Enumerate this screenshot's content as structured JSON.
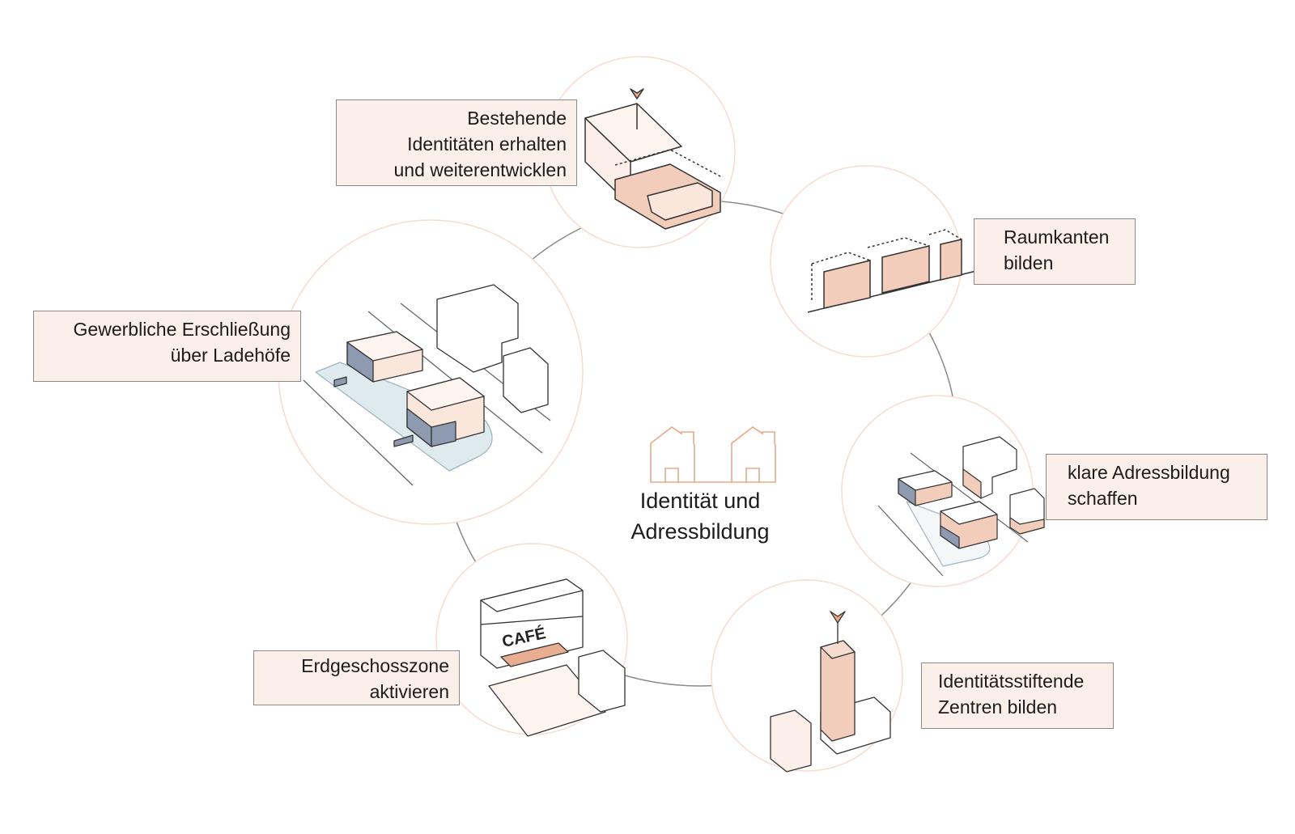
{
  "center": {
    "line1": "Identität und",
    "line2": "Adressbildung",
    "icon": "two-houses-icon"
  },
  "colors": {
    "accent": "#e8a888",
    "accent_fill": "#f2cdbb",
    "label_bg": "#fbefea",
    "blue_gray": "#8e9ab0",
    "road": "#dfeaee",
    "ring": "#8a8a8a"
  },
  "principles": [
    {
      "line1": "Bestehende",
      "line2": "Identitäten erhalten",
      "line3": "und weiterentwicklen"
    },
    {
      "line1": "Raumkanten",
      "line2": "bilden"
    },
    {
      "line1": "klare Adressbildung",
      "line2": "schaffen"
    },
    {
      "line1": "Identitätsstiftende",
      "line2": "Zentren bilden"
    },
    {
      "line1": "Erdgeschosszone",
      "line2": "aktivieren",
      "sign": "CAFÉ"
    },
    {
      "line1": "Gewerbliche Erschließung",
      "line2": "über Ladehöfe"
    }
  ]
}
